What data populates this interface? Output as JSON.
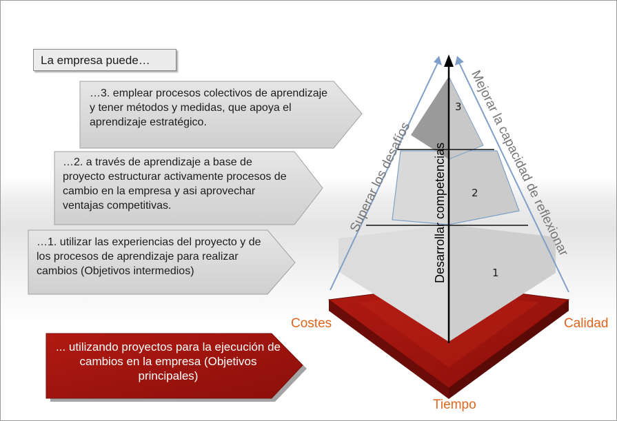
{
  "intro": "La empresa puede…",
  "steps": [
    {
      "text": "…3. emplear procesos colectivos de aprendizaje y tener métodos y medidas, que apoya el aprendizaje estratégico."
    },
    {
      "text": "…2. a través de aprendizaje a base de proyecto estructurar activamente procesos de cambio en la empresa y asi aprovechar ventajas competitivas."
    },
    {
      "text": "…1. utilizar las experiencias del proyecto y de los procesos de aprendizaje para realizar cambios (Objetivos intermedios)"
    }
  ],
  "goal": "... utilizando proyectos para la ejecución de cambios en la empresa (Objetivos principales)",
  "base_labels": {
    "left": "Costes",
    "right": "Calidad",
    "bottom": "Tiempo"
  },
  "axis_labels": {
    "left": "Superar los desafíos",
    "right": "Mejorar la capacidad de reflexionar",
    "center": "Desarrollar competencias"
  },
  "levels": [
    "3",
    "2",
    "1"
  ],
  "colors": {
    "base": "#a8170f",
    "label_orange": "#e0641c",
    "arrow_blue": "#7f9fc8",
    "box_gray": "#dcdcdc"
  }
}
